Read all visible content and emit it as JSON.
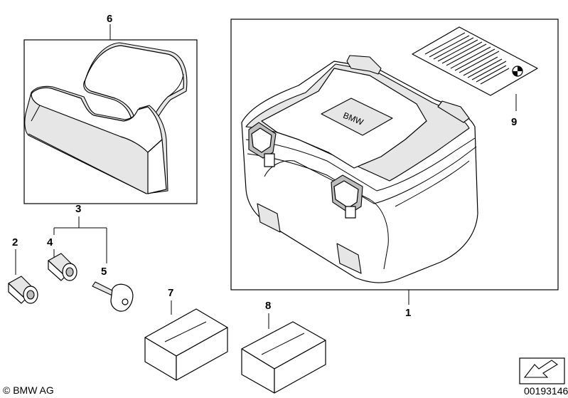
{
  "callouts": {
    "c1": "1",
    "c2": "2",
    "c3": "3",
    "c4": "4",
    "c5": "5",
    "c6": "6",
    "c7": "7",
    "c8": "8",
    "c9": "9"
  },
  "case_lid_text": "BMW",
  "footer": {
    "copyright": "© BMW AG",
    "image_number": "00193146"
  }
}
